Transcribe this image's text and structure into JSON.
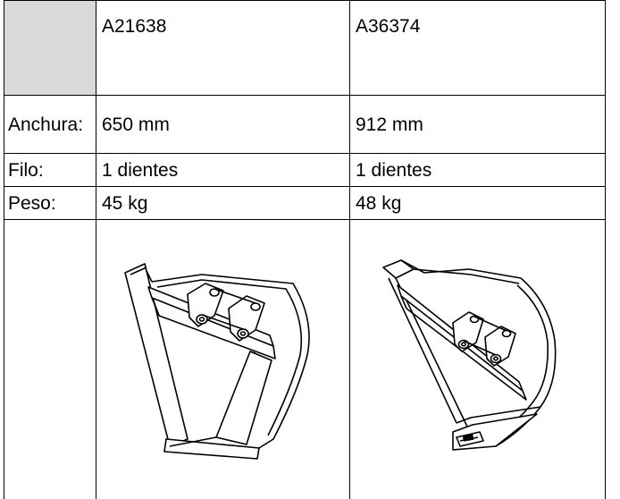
{
  "table": {
    "corner": "",
    "models": [
      "A21638",
      "A36374"
    ],
    "rows": [
      {
        "label": "Anchura:",
        "values": [
          "650 mm",
          "912 mm"
        ]
      },
      {
        "label": "Filo:",
        "values": [
          "1 dientes",
          "1 dientes"
        ]
      },
      {
        "label": "Peso:",
        "values": [
          "45 kg",
          "48 kg"
        ]
      }
    ]
  },
  "images": {
    "left": "trenching-bucket-illustration",
    "right": "wide-bucket-illustration"
  },
  "colors": {
    "header_fill": "#d9d9d9",
    "border": "#000000"
  }
}
